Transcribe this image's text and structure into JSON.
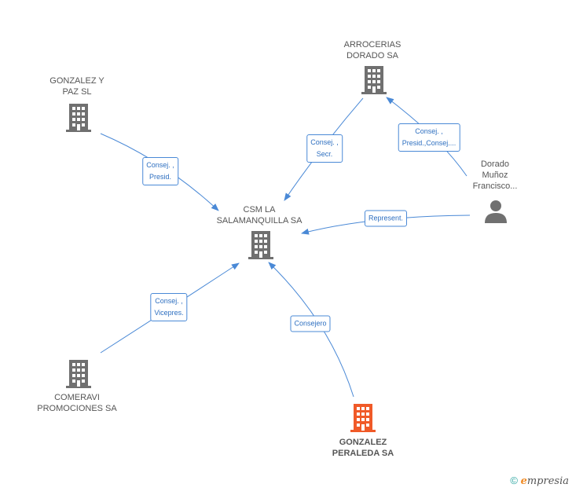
{
  "nodes": {
    "center": {
      "name": "CSM LA\nSALAMANQUILLA SA",
      "type": "company",
      "color": "#707070"
    },
    "gonzalez_y_paz": {
      "name": "GONZALEZ Y\nPAZ SL",
      "type": "company",
      "color": "#707070"
    },
    "arrocerias": {
      "name": "ARROCERIAS\nDORADO SA",
      "type": "company",
      "color": "#707070"
    },
    "dorado": {
      "name": "Dorado\nMuñoz\nFrancisco...",
      "type": "person",
      "color": "#707070"
    },
    "comeravi": {
      "name": "COMERAVI\nPROMOCIONES SA",
      "type": "company",
      "color": "#707070"
    },
    "peraleda": {
      "name": "GONZALEZ\nPERALEDA SA",
      "type": "company",
      "color": "#f05a28"
    }
  },
  "edges": {
    "gonzalez_y_paz": "Consej. ,\nPresid.",
    "arrocerias": "Consej. ,\nSecr.",
    "dorado_arrocerias": "Consej. ,\nPresid.,Consej....",
    "dorado_center": "Represent.",
    "comeravi": "Consej. ,\nVicepres.",
    "peraleda": "Consejero"
  },
  "footer": {
    "copyright": "©",
    "brand_first": "e",
    "brand_rest": "mpresia"
  },
  "colors": {
    "edge": "#4a89d6",
    "label_text": "#2e6fc0"
  }
}
